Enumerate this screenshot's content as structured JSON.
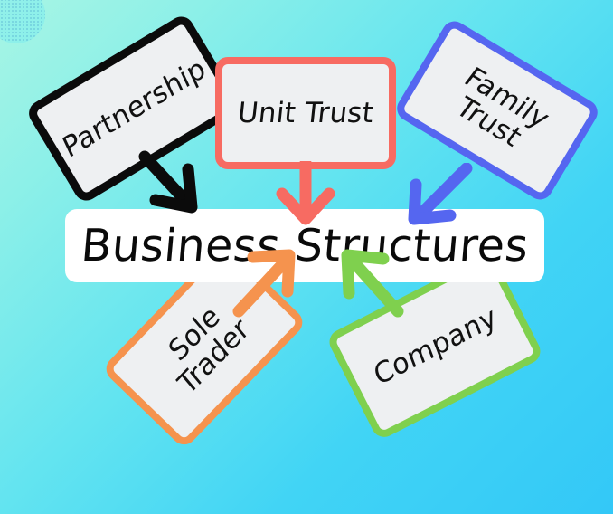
{
  "diagram": {
    "title": "Business Structures",
    "center": {
      "label": "Business Structures",
      "background": "#ffffff",
      "text_color": "#0a0a0a"
    },
    "background": {
      "gradient_from": "#a8f5e4",
      "gradient_to": "#33c8f7",
      "watermark": "dotted-circle-watermark"
    },
    "nodes": [
      {
        "id": "partnership",
        "label": "Partnership",
        "border_color": "#0b0b0b",
        "fill_color": "#eef0f2",
        "rotation_deg": -31,
        "position": "top-left",
        "arrow": {
          "name": "arrow-partnership",
          "color": "#0b0b0b",
          "direction": "down-right"
        }
      },
      {
        "id": "unit-trust",
        "label": "Unit Trust",
        "border_color": "#f76b62",
        "fill_color": "#eef0f2",
        "rotation_deg": 0,
        "position": "top-center",
        "arrow": {
          "name": "arrow-unit-trust",
          "color": "#f76b62",
          "direction": "down"
        }
      },
      {
        "id": "family-trust",
        "label": "Family\nTrust",
        "border_color": "#5566f0",
        "fill_color": "#eef0f2",
        "rotation_deg": 31,
        "position": "top-right",
        "arrow": {
          "name": "arrow-family-trust",
          "color": "#5566f0",
          "direction": "down-left"
        }
      },
      {
        "id": "sole-trader",
        "label": "Sole\nTrader",
        "border_color": "#f5934e",
        "fill_color": "#eef0f2",
        "rotation_deg": -46,
        "position": "bottom-left",
        "arrow": {
          "name": "arrow-sole-trader",
          "color": "#f5934e",
          "direction": "up-right"
        }
      },
      {
        "id": "company",
        "label": "Company",
        "border_color": "#7fd04e",
        "fill_color": "#eef0f2",
        "rotation_deg": -27,
        "position": "bottom-right",
        "arrow": {
          "name": "arrow-company",
          "color": "#7fd04e",
          "direction": "up-left"
        }
      }
    ]
  }
}
